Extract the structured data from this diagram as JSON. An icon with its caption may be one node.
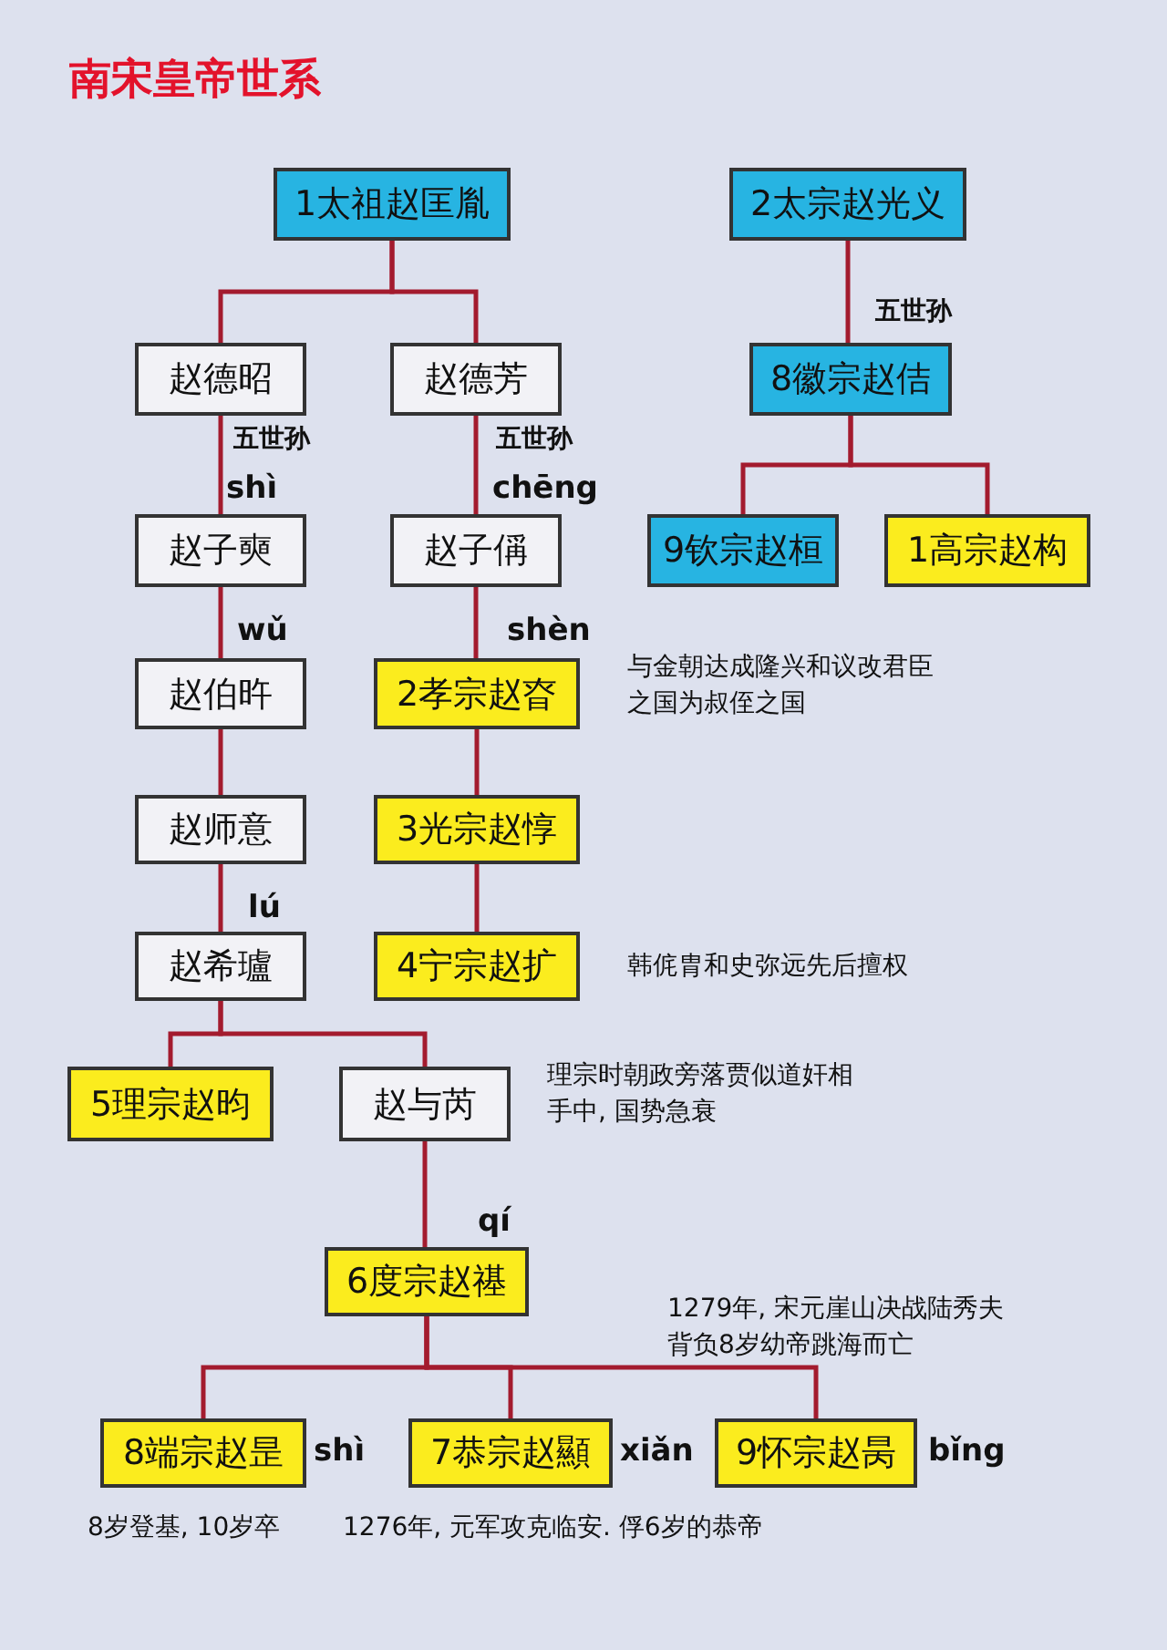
{
  "diagram": {
    "title": "南宋皇帝世系",
    "nodes": [
      {
        "text": [
          "1太祖赵匡胤"
        ]
      },
      {
        "text": [
          "2太宗赵光义"
        ]
      },
      {
        "text": [
          "赵德昭"
        ]
      },
      {
        "text": [
          "赵德芳"
        ]
      },
      {
        "text": [
          "8徽宗赵佶"
        ]
      },
      {
        "text": [
          "赵子奭"
        ],
        "beside": [
          "shì"
        ]
      },
      {
        "text": [
          "赵子偁"
        ],
        "beside": [
          "chēng"
        ]
      },
      {
        "text": [
          "9钦宗赵桓"
        ]
      },
      {
        "text": [
          "1高宗赵构"
        ]
      },
      {
        "text": [
          "赵伯旿"
        ],
        "beside": [
          "wǔ"
        ]
      },
      {
        "text": [
          "2孝宗赵昚"
        ],
        "beside": [
          "shèn",
          "与金朝达成隆兴和议改君臣之国为叔侄之国"
        ]
      },
      {
        "text": [
          "赵师意"
        ]
      },
      {
        "text": [
          "3光宗赵惇"
        ]
      },
      {
        "text": [
          "赵希瓐"
        ],
        "beside": [
          "lú"
        ]
      },
      {
        "text": [
          "4宁宗赵扩"
        ],
        "beside": [
          "韩侂胄和史弥远先后擅权"
        ]
      },
      {
        "text": [
          "5理宗赵昀"
        ]
      },
      {
        "text": [
          "赵与芮"
        ]
      },
      {
        "text": [
          "6度宗赵禥"
        ],
        "beside": [
          "qí"
        ]
      },
      {
        "text": [
          "8端宗赵昰"
        ],
        "beside": [
          "shì",
          "8岁登基, 10岁卒"
        ]
      },
      {
        "text": [
          "7恭宗赵顯"
        ],
        "beside": [
          "xiǎn",
          "1276年, 元军攻克临安. 俘6岁的恭帝"
        ]
      },
      {
        "text": [
          "9怀宗赵昺"
        ],
        "beside": [
          "bǐng"
        ]
      }
    ],
    "edges": [
      {
        "from": 0,
        "to": 2,
        "arrow": "none"
      },
      {
        "from": 0,
        "to": 3,
        "arrow": "none"
      },
      {
        "from": 1,
        "to": 4,
        "arrow": "none",
        "label": "五世孙"
      },
      {
        "from": 2,
        "to": 5,
        "arrow": "none",
        "label": "五世孙"
      },
      {
        "from": 3,
        "to": 6,
        "arrow": "none",
        "label": "五世孙"
      },
      {
        "from": 4,
        "to": 7,
        "arrow": "none"
      },
      {
        "from": 4,
        "to": 8,
        "arrow": "none"
      },
      {
        "from": 5,
        "to": 9,
        "arrow": "none"
      },
      {
        "from": 6,
        "to": 10,
        "arrow": "none"
      },
      {
        "from": 9,
        "to": 11,
        "arrow": "none"
      },
      {
        "from": 10,
        "to": 12,
        "arrow": "none"
      },
      {
        "from": 11,
        "to": 13,
        "arrow": "none"
      },
      {
        "from": 12,
        "to": 14,
        "arrow": "none"
      },
      {
        "from": 13,
        "to": 15,
        "arrow": "none"
      },
      {
        "from": 13,
        "to": 16,
        "arrow": "none"
      },
      {
        "from": 16,
        "to": 17,
        "arrow": "none"
      },
      {
        "from": 17,
        "to": 18,
        "arrow": "none"
      },
      {
        "from": 17,
        "to": 19,
        "arrow": "none"
      },
      {
        "from": 17,
        "to": 20,
        "arrow": "none"
      }
    ],
    "labels": [
      "理宗时朝政旁落贾似道奸相手中, 国势急衰",
      "1279年, 宋元崖山决战陆秀夫背负8岁幼帝跳海而亡"
    ]
  }
}
